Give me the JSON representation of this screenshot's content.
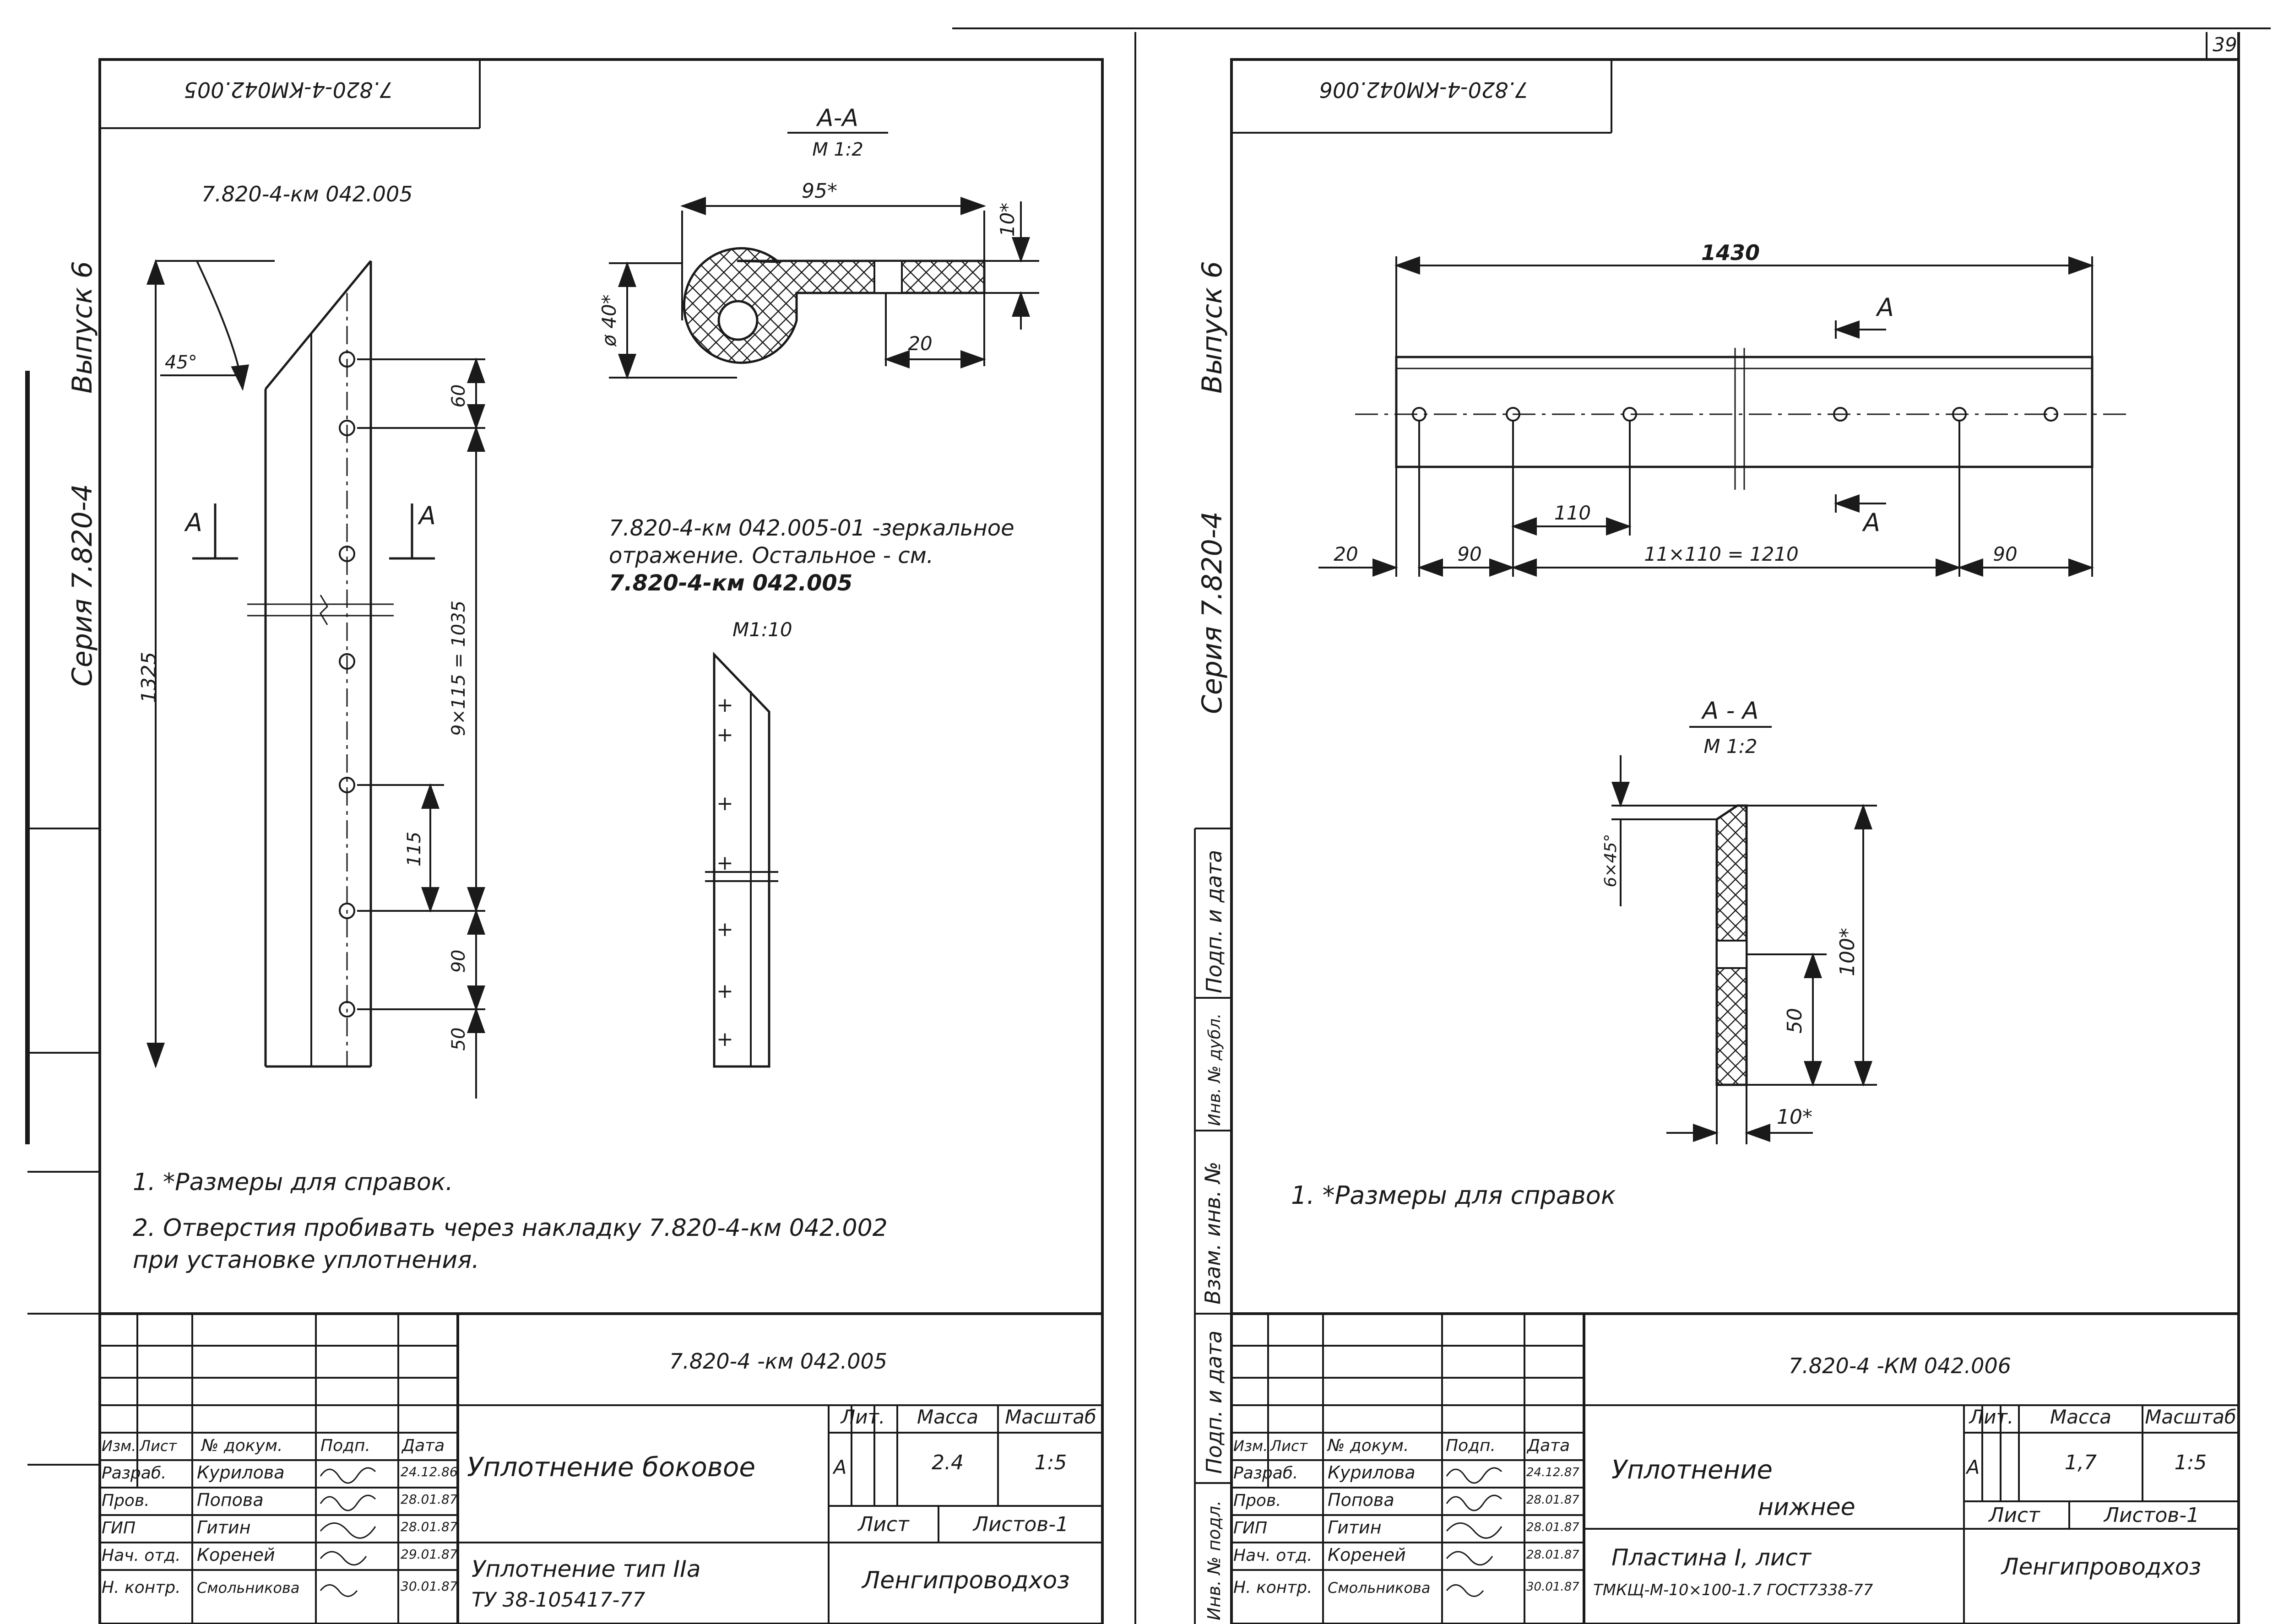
{
  "page_number": "39",
  "sheet_left": {
    "corner_code": "7.820-4-КМ042.005",
    "drawing_label": "7.820-4-км 042.005",
    "section_title": "А-А",
    "section_scale": "М 1:2",
    "dim_95": "95*",
    "dim_10": "10*",
    "dim_d40": "ø 40*",
    "dim_20": "20",
    "section_mark_left": "А",
    "section_mark_right": "А",
    "angle_45": "45°",
    "dim_1325": "1325",
    "dim_60": "60",
    "dim_pitch": "9×115 = 1035",
    "dim_115": "115",
    "dim_90": "90",
    "dim_50": "50",
    "mirror_note_1": "7.820-4-км 042.005-01 -зеркальное",
    "mirror_note_2": "отражение. Остальное - см.",
    "mirror_note_3": "7.820-4-км 042.005",
    "small_scale": "М1:10",
    "note_1": "1. *Размеры для справок.",
    "note_2a": "2. Отверстия пробивать через накладку   7.820-4-км 042.002",
    "note_2b": "при установке уплотнения.",
    "tb_code": "7.820-4 -км 042.005",
    "tb_title": "Уплотнение боковое",
    "tb_material_1": "Уплотнение тип IIа",
    "tb_material_2": "ТУ 38-105417-77",
    "tb_lit": "А",
    "tb_mass": "2.4",
    "tb_scale": "1:5",
    "tb_sheet_label": "Лист",
    "tb_sheets_label": "Листов-1",
    "tb_org": "Ленгипроводхоз",
    "tb_dates": [
      "24.12.86",
      "28.01.87",
      "28.01.87",
      "29.01.87",
      "30.01.87"
    ]
  },
  "sheet_right": {
    "corner_code": "7.820-4-КМ042.006",
    "dim_1430": "1430",
    "section_mark_top": "А",
    "section_mark_bottom": "А",
    "dim_110": "110",
    "dim_20": "20",
    "dim_90_left": "90",
    "dim_pitch": "11×110 = 1210",
    "dim_90_right": "90",
    "section_title": "А - А",
    "section_scale": "М 1:2",
    "dim_chamfer": "6×45°",
    "dim_100": "100*",
    "dim_50": "50",
    "dim_10": "10*",
    "note_1": "1. *Размеры для справок",
    "tb_code": "7.820-4 -КМ 042.006",
    "tb_title_1": "Уплотнение",
    "tb_title_2": "нижнее",
    "tb_material_1": "Пластина I, лист",
    "tb_material_2": "ТМКЩ-М-10×100-1.7 ГОСТ7338-77",
    "tb_lit": "А",
    "tb_mass": "1,7",
    "tb_scale": "1:5",
    "tb_sheet_label": "Лист",
    "tb_sheets_label": "Листов-1",
    "tb_org": "Ленгипроводхоз",
    "tb_dates": [
      "24.12.87",
      "28.01.87",
      "28.01.87",
      "28.01.87",
      "30.01.87"
    ]
  },
  "title_block_headers": {
    "izm": "Изм.",
    "list": "Лист",
    "doc": "№ докум.",
    "podp": "Подп.",
    "date": "Дата",
    "lit": "Лит.",
    "mass": "Масса",
    "scale": "Масштаб"
  },
  "title_block_roles": {
    "r1": "Разраб.",
    "r2": "Пров.",
    "r3": "ГИП",
    "r4": "Нач. отд.",
    "r5": "Н. контр."
  },
  "title_block_names": {
    "n1": "Курилова",
    "n2": "Попова",
    "n3": "Гитин",
    "n4": "Кореней",
    "n5": "Смольникова"
  },
  "margin_left": {
    "series": "Серия 7.820-4",
    "issue": "Выпуск 6"
  },
  "margin_right": {
    "series": "Серия 7.820-4",
    "issue": "Выпуск 6",
    "stamp_1": "Подп. и дата",
    "stamp_2": "Инв. № дубл.",
    "stamp_3": "Взам. инв. №",
    "stamp_4": "Подп. и дата",
    "stamp_5": "Инв. № подл."
  }
}
